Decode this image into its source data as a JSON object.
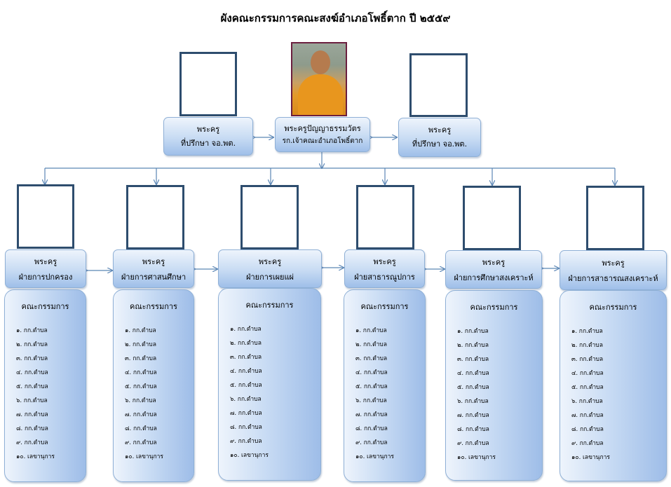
{
  "title": "ผังคณะกรรมการคณะสงฆ์อำเภอโพธิ์ตาก ปี ๒๕๕๙",
  "top": {
    "left": {
      "line1": "พระครู",
      "line2": "ที่ปรึกษา จอ.พต."
    },
    "center": {
      "line1": "พระครูปัญญาธรรมวัตร",
      "line2": "รก.เจ้าคณะอำเภอโพธิ์ตาก"
    },
    "right": {
      "line1": "พระครู",
      "line2": "ที่ปรึกษา จอ.พต."
    }
  },
  "departments": [
    {
      "line1": "พระครู",
      "line2": "ฝ่ายการปกครอง"
    },
    {
      "line1": "พระครู",
      "line2": "ฝ่ายการศาสนศึกษา"
    },
    {
      "line1": "พระครู",
      "line2": "ฝ่ายการเผยแผ่"
    },
    {
      "line1": "พระครู",
      "line2": "ฝ่ายสาธารณูปการ"
    },
    {
      "line1": "พระครู",
      "line2": "ฝ่ายการศึกษาสงเคราะห์"
    },
    {
      "line1": "พระครู",
      "line2": "ฝ่ายการสาธารณสงเคราะห์"
    }
  ],
  "committee": {
    "heading": "คณะกรรมการ",
    "items": [
      "๑. กก.ตำบล",
      "๒. กก.ตำบล",
      "๓. กก.ตำบล",
      "๔. กก.ตำบล",
      "๕. กก.ตำบล",
      "๖. กก.ตำบล",
      "๗. กก.ตำบล",
      "๘. กก.ตำบล",
      "๙. กก.ตำบล",
      "๑๐. เลขานุการ"
    ]
  }
}
